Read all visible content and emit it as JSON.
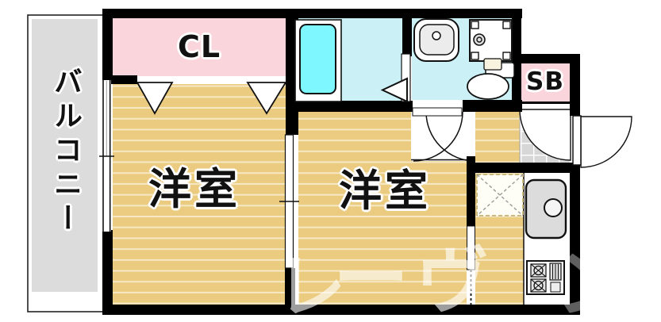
{
  "floor_plan": {
    "balcony": {
      "label": "バルコニー"
    },
    "closet": {
      "label": "CL"
    },
    "shoe_box": {
      "label": "SB"
    },
    "rooms": [
      {
        "label": "洋室"
      },
      {
        "label": "洋室"
      }
    ],
    "watermark": {
      "text": "レーヴ",
      "chars": [
        "レ",
        "ー",
        "ヴ",
        "ン"
      ]
    },
    "fixtures": [
      "bathtub",
      "wash-basin",
      "washing-machine-pan",
      "toilet",
      "kitchen-sink",
      "gas-stove",
      "refrigerator-space",
      "entrance-door",
      "entrance-tile",
      "closet-folding-doors",
      "room-divider-sliding-door",
      "kitchen-sliding-door",
      "bathroom-door",
      "window"
    ],
    "colors": {
      "wall": "#000000",
      "wood_floor": "#EBCB7F",
      "wood_stripe": "#F7E7C2",
      "balcony_gray": "#DCDCDC",
      "closet_pink": "#FAD6DC",
      "bath_tub_cyan": "#7EF7FF",
      "wet_area_floor": "#CBF0F5",
      "entrance_tile": "#D7D7D7",
      "sink_gray": "#DCDCDC",
      "watermark_white": "rgba(255,255,255,0.62)"
    }
  }
}
